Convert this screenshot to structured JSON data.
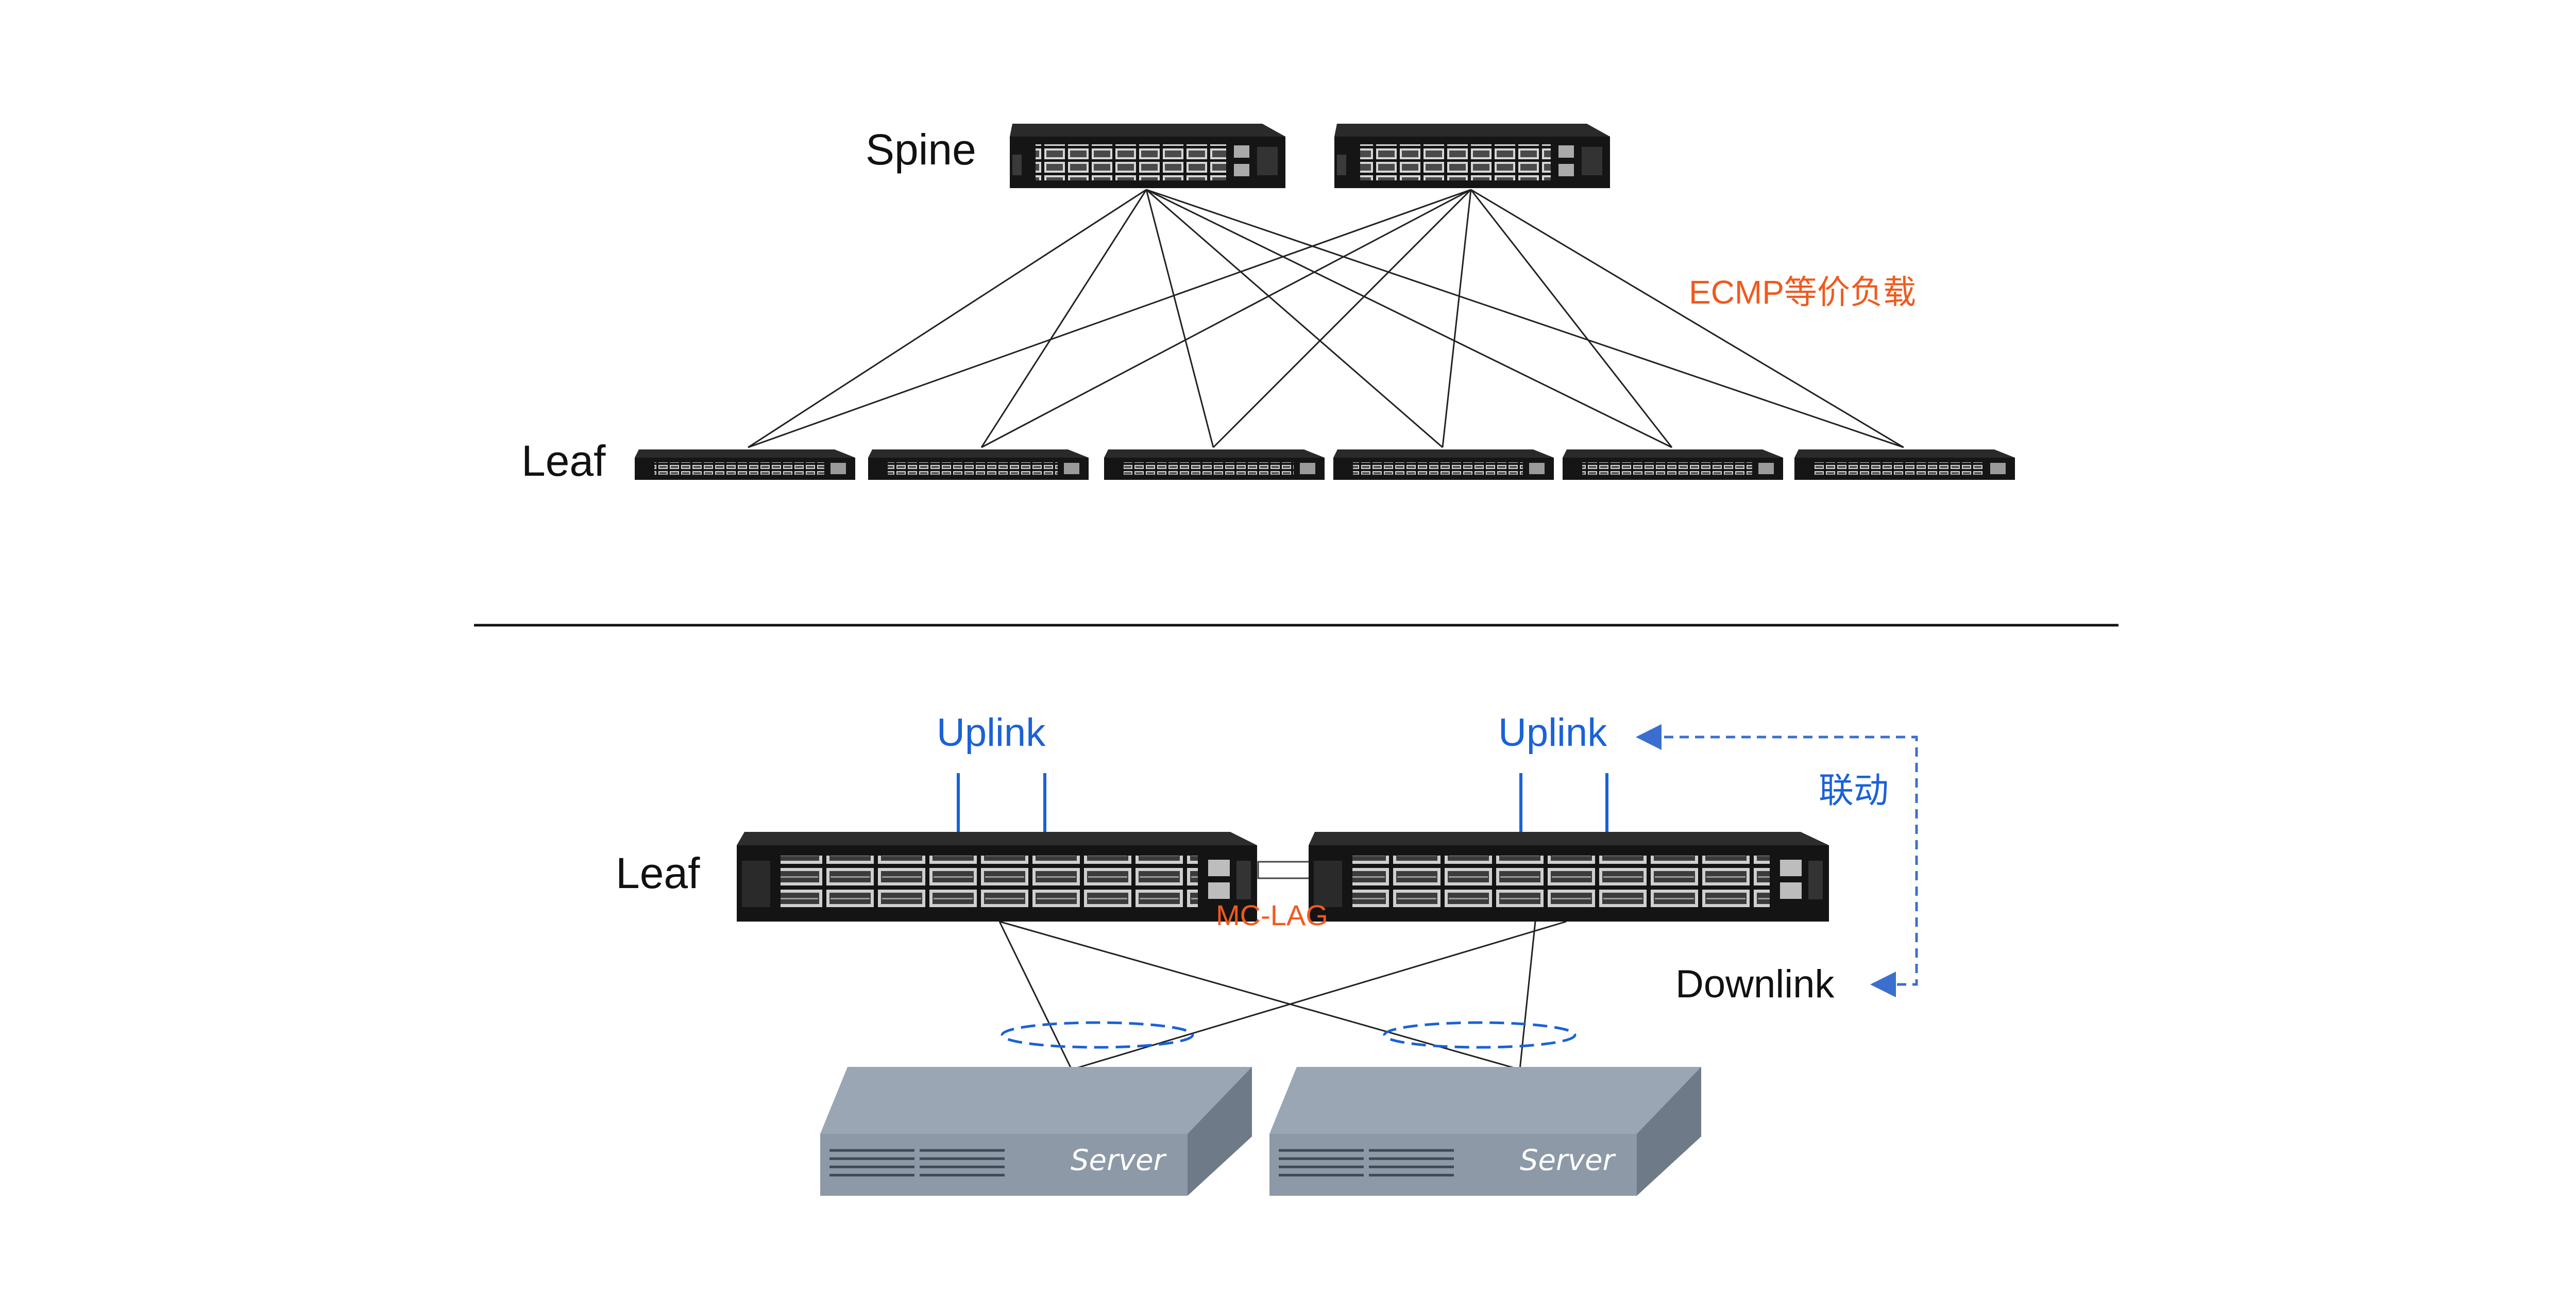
{
  "top_diagram": {
    "spine_label": "Spine",
    "leaf_label": "Leaf",
    "ecmp_label": "ECMP等价负载",
    "spine_count": 2,
    "leaf_count": 6
  },
  "bottom_diagram": {
    "leaf_label": "Leaf",
    "uplink_left_label": "Uplink",
    "uplink_right_label": "Uplink",
    "linkage_label": "联动",
    "downlink_label": "Downlink",
    "mclag_label": "MC-LAG",
    "server_labels": [
      "Server",
      "Server"
    ]
  },
  "colors": {
    "accent_orange": "#f05a1e",
    "accent_blue": "#1a62d6",
    "dashed_arrow": "#3b6fcf",
    "server_body": "#8e9aa8",
    "server_side": "#6d7885",
    "switch_body": "#1b1b1b"
  }
}
